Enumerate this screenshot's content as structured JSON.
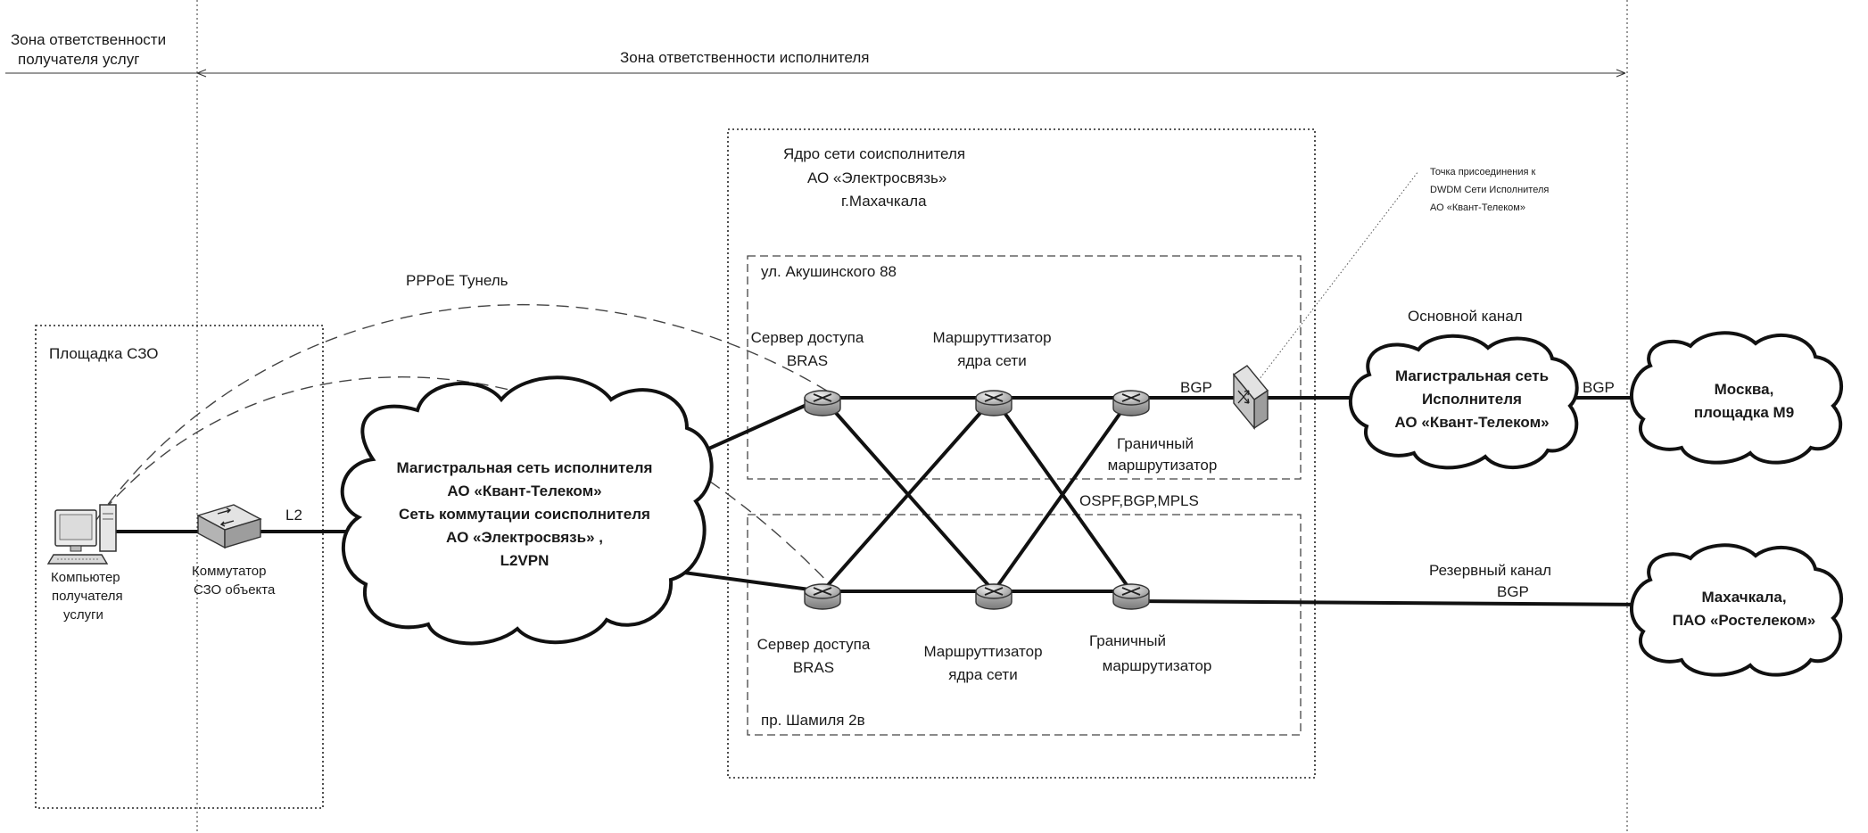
{
  "zones": {
    "client_line1": "Зона ответственности",
    "client_line2": "получателя услуг",
    "executor": "Зона ответственности исполнителя"
  },
  "site": {
    "title": "Площадка СЗО",
    "computer_line1": "Компьютер",
    "computer_line2": "получателя",
    "computer_line3": "услуги",
    "switch_line1": "Коммутатор",
    "switch_line2": "СЗО объекта",
    "l2_label": "L2"
  },
  "tunnel_label": "PPPoE Тунель",
  "cloud_backbone": {
    "line1": "Магистральная сеть исполнителя",
    "line2": "АО «Квант-Телеком»",
    "line3": "Сеть коммутации соисполнителя",
    "line4": "АО «Электросвязь» ,",
    "line5": "L2VPN"
  },
  "core": {
    "title_line1": "Ядро сети соисполнителя",
    "title_line2": "АО «Электросвязь»",
    "title_line3": "г.Махачкала",
    "site_top": "ул. Акушинского 88",
    "site_bottom": "пр. Шамиля 2в",
    "bras_top_line1": "Сервер доступа",
    "bras_top_line2": "BRAS",
    "core_router_top_line1": "Маршруттизатор",
    "core_router_top_line2": "ядра сети",
    "edge_top_line1": "Граничный",
    "edge_top_line2": "маршрутизатор",
    "bgp_label": "BGP",
    "protocols": "OSPF,BGP,MPLS",
    "bras_bottom_line1": "Сервер доступа",
    "bras_bottom_line2": "BRAS",
    "core_router_bottom_line1": "Маршруттизатор",
    "core_router_bottom_line2": "ядра сети",
    "edge_bottom_line1": "Граничный",
    "edge_bottom_line2": "маршрутизатор"
  },
  "dwdm_note": {
    "line1": "Точка присоединения к",
    "line2": "DWDM Сети Исполнителя",
    "line3": "АО «Квант-Телеком»"
  },
  "main_channel": {
    "label": "Основной канал",
    "cloud_line1": "Магистральная сеть",
    "cloud_line2": "Исполнителя",
    "cloud_line3": "АО «Квант-Телеком»",
    "bgp_label": "BGP",
    "dest_line1": "Москва,",
    "dest_line2": "площадка М9"
  },
  "backup_channel": {
    "label_line1": "Резервный канал",
    "label_line2": "BGP",
    "dest_line1": "Махачкала,",
    "dest_line2": "ПАО «Ростелеком»"
  }
}
